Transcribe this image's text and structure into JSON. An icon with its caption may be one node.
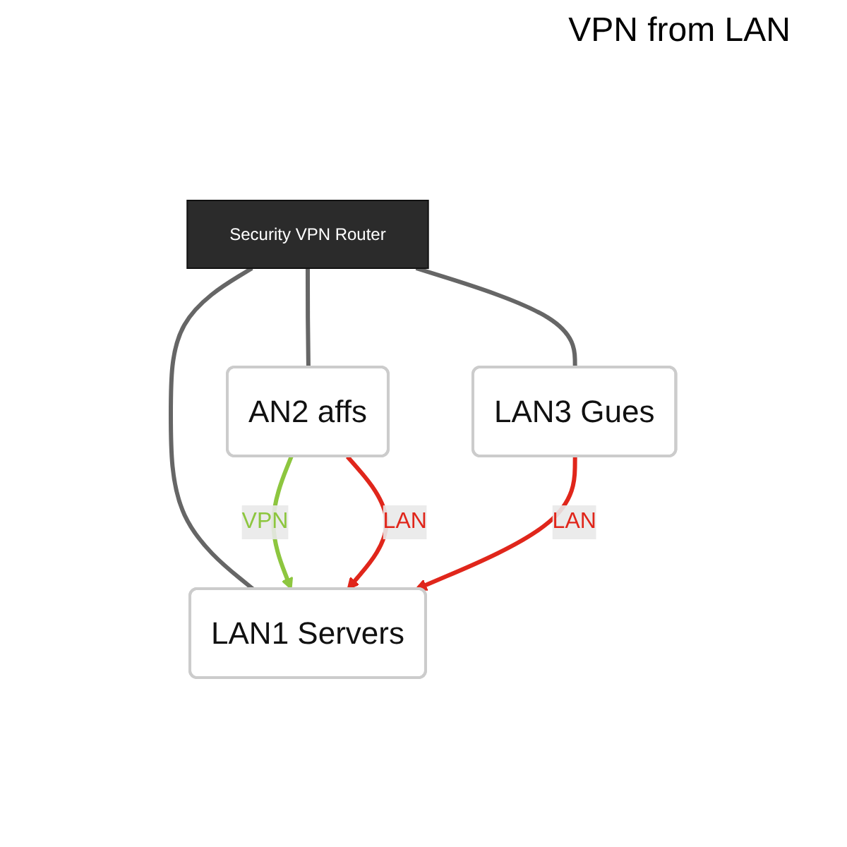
{
  "diagram": {
    "title": "VPN from LAN",
    "nodes": [
      {
        "text": [
          "Security VPN Router"
        ]
      },
      {
        "text": [
          "AN2 affs"
        ]
      },
      {
        "text": [
          "LAN1 Servers"
        ]
      },
      {
        "text": [
          "LAN3 Gues"
        ]
      }
    ],
    "edges": [
      {
        "from": 0,
        "to": 1,
        "arrow": "none"
      },
      {
        "from": 0,
        "to": 2,
        "arrow": "none"
      },
      {
        "from": 0,
        "to": 3,
        "arrow": "none"
      },
      {
        "from": 1,
        "to": 2,
        "arrow": "to",
        "label": "VPN",
        "color": "#8dc63f"
      },
      {
        "from": 1,
        "to": 2,
        "arrow": "to",
        "label": "LAN",
        "color": "#e0261b"
      },
      {
        "from": 3,
        "to": 2,
        "arrow": "to",
        "label": "LAN",
        "color": "#e0261b"
      }
    ]
  }
}
